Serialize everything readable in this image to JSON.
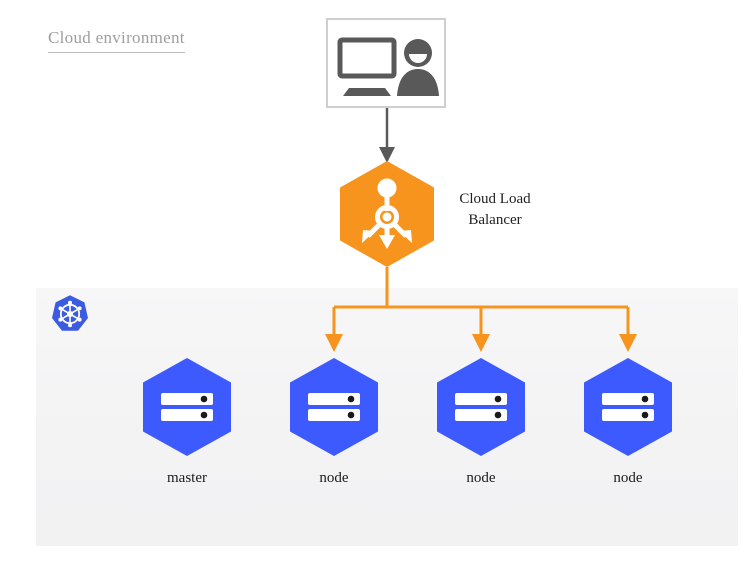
{
  "diagram": {
    "title": "Cloud environment",
    "client": {
      "icons": [
        "monitor-icon",
        "user-icon"
      ],
      "icon_color": "#595959",
      "border_color": "#cfcfcf"
    },
    "load_balancer": {
      "label_line1": "Cloud Load",
      "label_line2": "Balancer",
      "icon": "load-balancer-distribute-icon",
      "shape": "hexagon",
      "color": "#F7941E"
    },
    "cluster": {
      "logo": "kubernetes-icon",
      "logo_color": "#3B5BE0",
      "panel_color": "#F4F4F5",
      "nodes": [
        {
          "label": "master",
          "icon": "server-rack-icon",
          "color": "#3D5AFE"
        },
        {
          "label": "node",
          "icon": "server-rack-icon",
          "color": "#3D5AFE"
        },
        {
          "label": "node",
          "icon": "server-rack-icon",
          "color": "#3D5AFE"
        },
        {
          "label": "node",
          "icon": "server-rack-icon",
          "color": "#3D5AFE"
        }
      ]
    },
    "connections": {
      "client_to_lb_color": "#595959",
      "lb_to_nodes_color": "#F7941E"
    }
  }
}
